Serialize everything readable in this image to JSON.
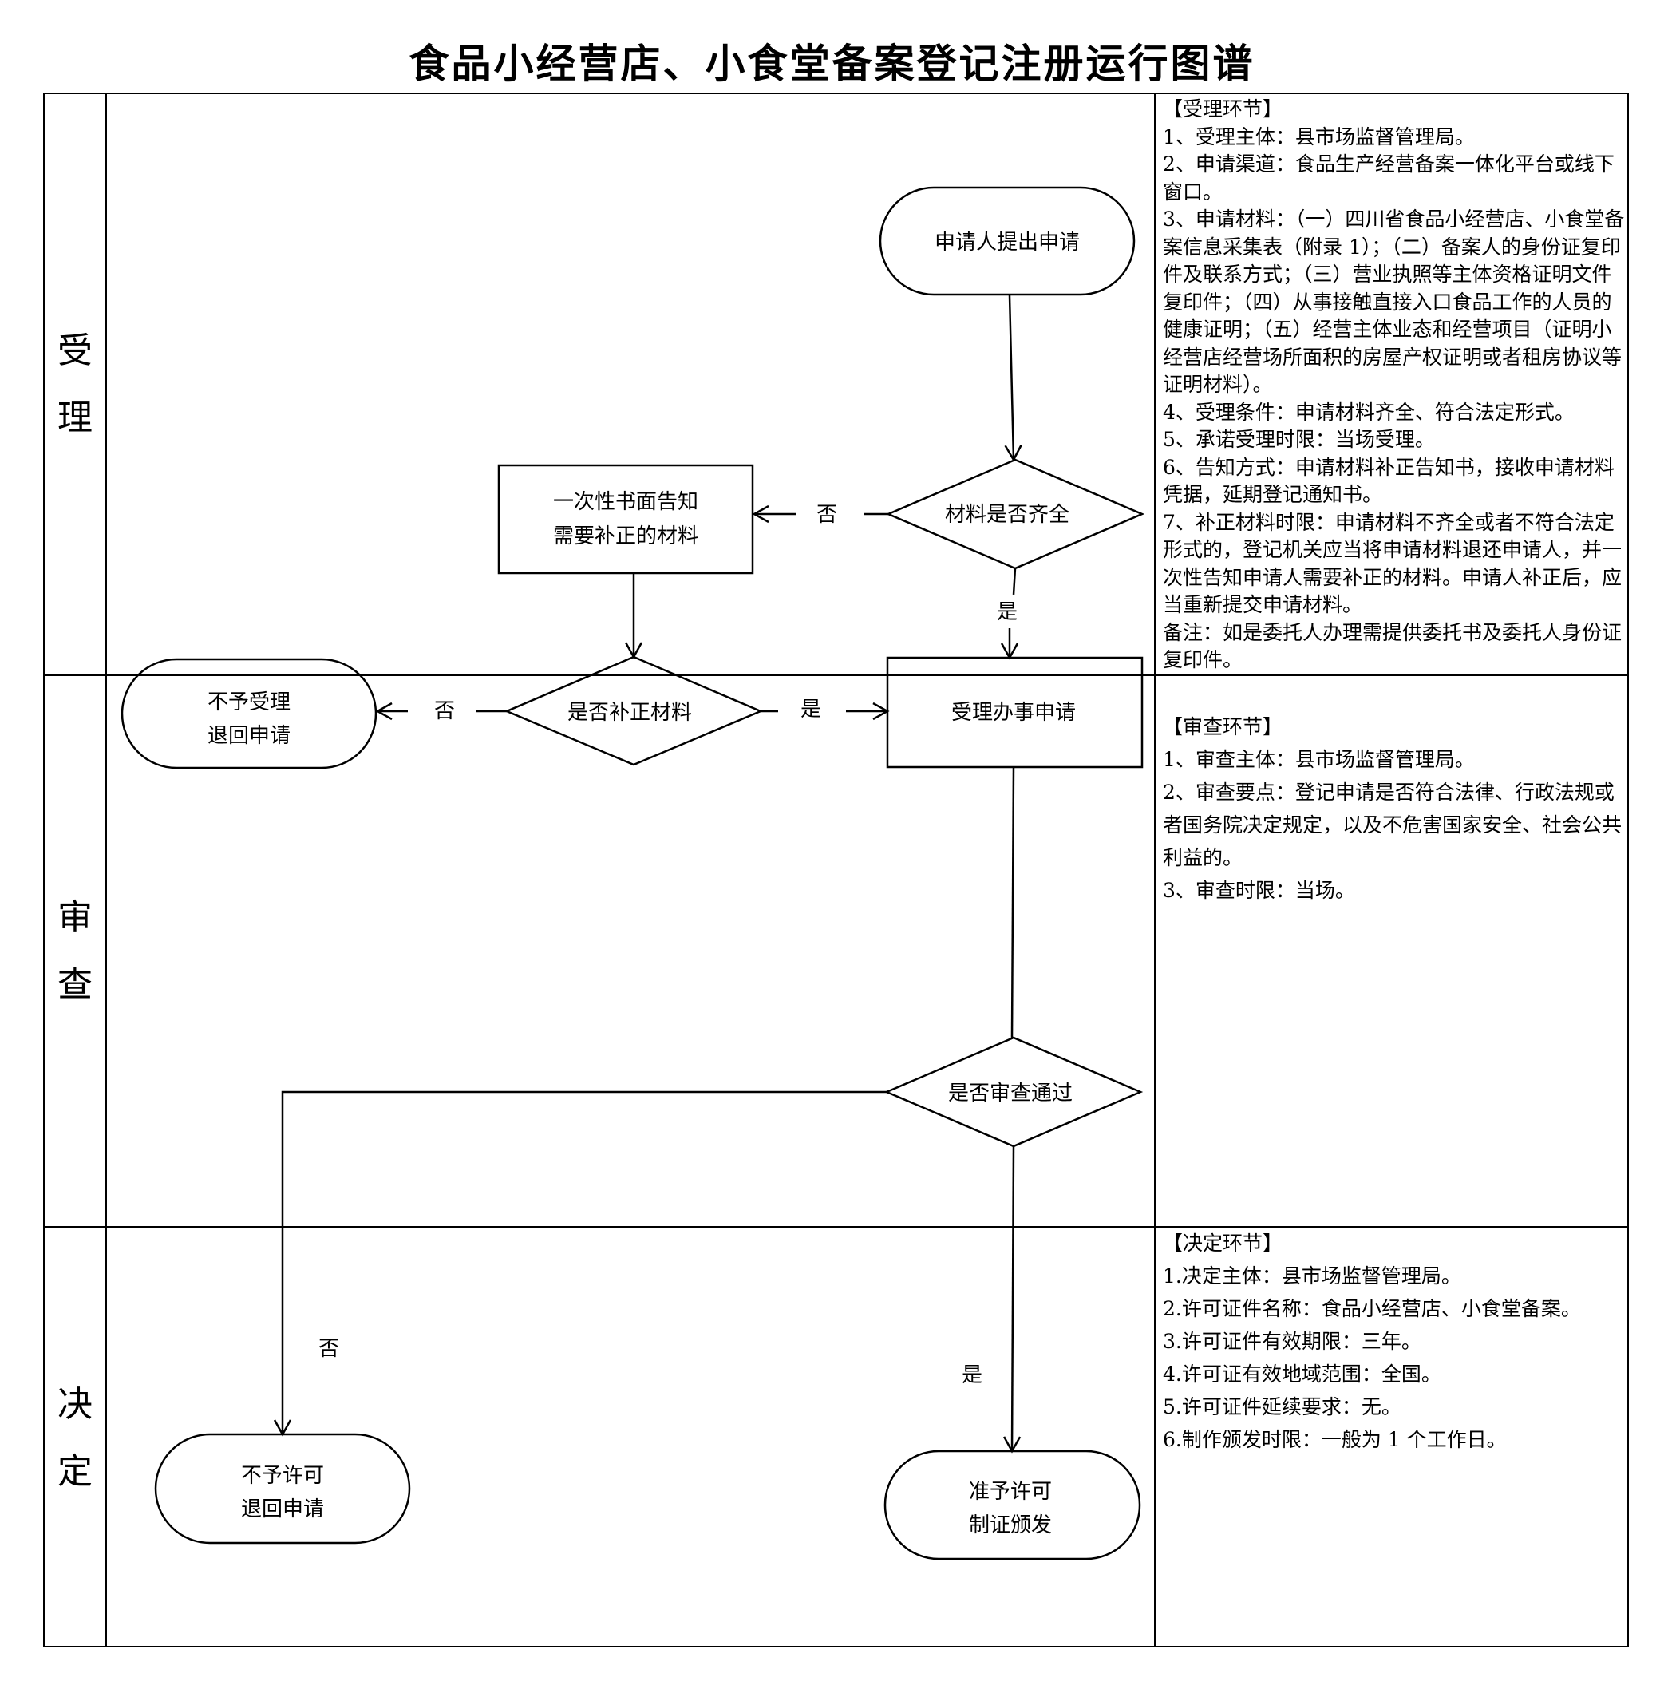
{
  "title": "食品小经营店、小食堂备案登记注册运行图谱",
  "lanes": {
    "accept": [
      "受",
      "理"
    ],
    "review": [
      "审",
      "查"
    ],
    "decide": [
      "决",
      "定"
    ]
  },
  "nodes": {
    "start": "申请人提出申请",
    "check_complete": "材料是否齐全",
    "notify_line1": "一次性书面告知",
    "notify_line2": "需要补正的材料",
    "check_supplement": "是否补正材料",
    "reject_accept_line1": "不予受理",
    "reject_accept_line2": "退回申请",
    "accept_application": "受理办事申请",
    "check_review": "是否审查通过",
    "reject_permit_line1": "不予许可",
    "reject_permit_line2": "退回申请",
    "grant_line1": "准予许可",
    "grant_line2": "制证颁发"
  },
  "edge_labels": {
    "no_1": "否",
    "yes_1": "是",
    "no_2": "否",
    "yes_2": "是",
    "no_3": "否",
    "yes_3": "是"
  },
  "notes": {
    "accept": [
      "【受理环节】",
      "1、受理主体：县市场监督管理局。",
      "2、申请渠道：食品生产经营备案一体化平台或线下窗口。",
      "3、申请材料：（一）四川省食品小经营店、小食堂备案信息采集表（附录 1）；（二）备案人的身份证复印件及联系方式；（三）营业执照等主体资格证明文件复印件；（四）从事接触直接入口食品工作的人员的健康证明；（五）经营主体业态和经营项目（证明小经营店经营场所面积的房屋产权证明或者租房协议等证明材料）。",
      "4、受理条件：申请材料齐全、符合法定形式。",
      "5、承诺受理时限：当场受理。",
      "6、告知方式：申请材料补正告知书，接收申请材料凭据，延期登记通知书。",
      "7、补正材料时限：申请材料不齐全或者不符合法定形式的，登记机关应当将申请材料退还申请人，并一次性告知申请人需要补正的材料。申请人补正后，应当重新提交申请材料。",
      "备注：如是委托人办理需提供委托书及委托人身份证复印件。"
    ],
    "review": [
      "【审查环节】",
      "1、审查主体：县市场监督管理局。",
      "2、审查要点：登记申请是否符合法律、行政法规或者国务院决定规定，以及不危害国家安全、社会公共利益的。",
      "3、审查时限：当场。"
    ],
    "decide": [
      "【决定环节】",
      "1.决定主体：县市场监督管理局。",
      "2.许可证件名称：食品小经营店、小食堂备案。",
      "3.许可证件有效期限：三年。",
      "4.许可证有效地域范围：全国。",
      "5.许可证件延续要求：无。",
      "6.制作颁发时限：一般为 1 个工作日。"
    ]
  },
  "colors": {
    "line": "#000000",
    "background": "#ffffff"
  }
}
